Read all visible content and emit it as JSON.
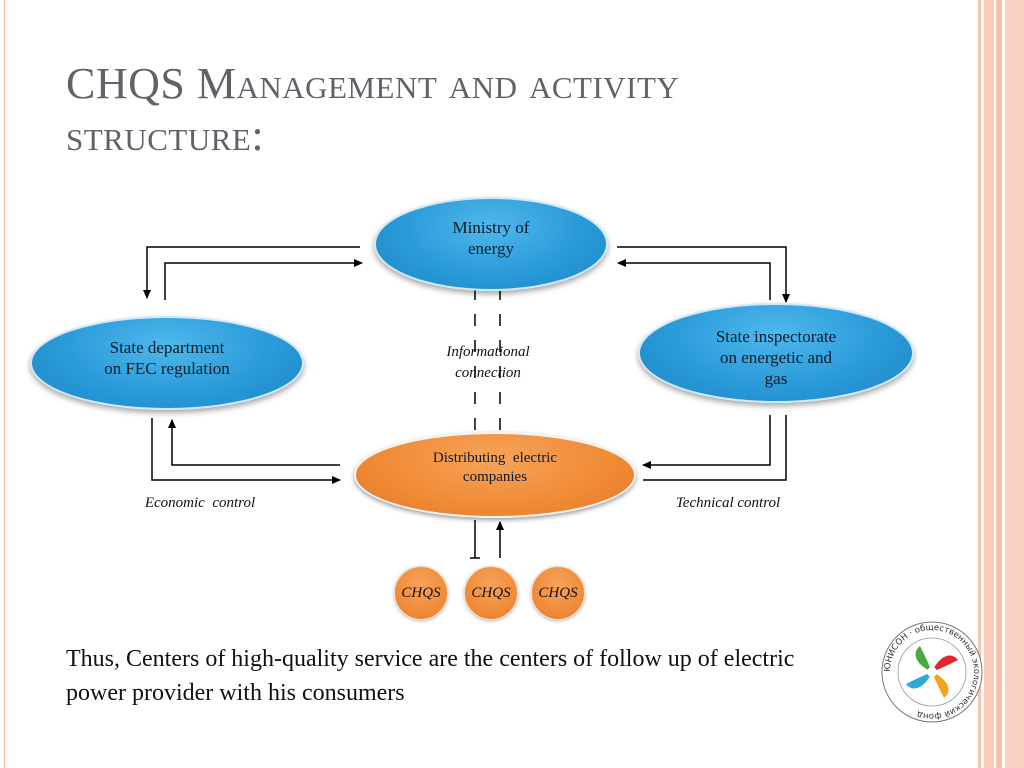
{
  "slide": {
    "title": "CHQS Management and activity structure:",
    "caption": "Thus, Centers of high-quality service are the centers of follow up of electric power provider with his consumers"
  },
  "diagram": {
    "ministry": [
      "Ministry of",
      "energy"
    ],
    "state_department": [
      "State department",
      "on FEC regulation"
    ],
    "state_inspectorate": [
      "State inspectorate",
      "on energetic and",
      "gas"
    ],
    "distributing": [
      "Distributing  electric",
      "companies"
    ],
    "informational": [
      "Informational",
      "connection"
    ],
    "economic_control": "Economic  control",
    "technical_control": "Technical control",
    "chqs": [
      "CHQS",
      "CHQS",
      "CHQS"
    ]
  },
  "logo": {
    "text": "ЮНИСОН · общественный экологический фонд"
  },
  "colors": {
    "blue_node": "#2a9ad8",
    "orange_node": "#f08a34",
    "title_text": "#5f6369",
    "stripe": "#f7c4b0"
  }
}
